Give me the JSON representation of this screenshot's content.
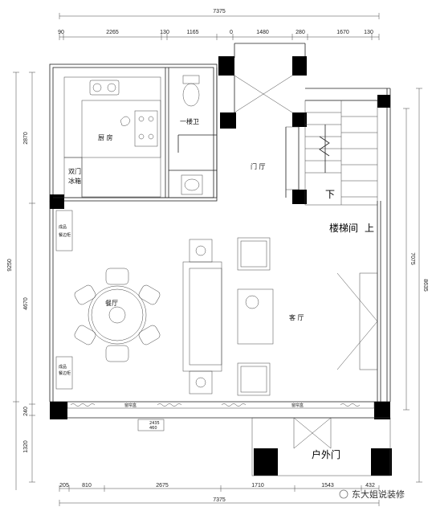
{
  "dimensions": {
    "top_total": "7375",
    "top_segments": [
      "90",
      "2265",
      "130",
      "1165",
      "0",
      "1480",
      "280",
      "1670",
      "130"
    ],
    "bottom_total": "7375",
    "bottom_segments": [
      "205",
      "810",
      "2675",
      "1710",
      "1543",
      "432"
    ],
    "left_outer": "9250",
    "left_segments": [
      "2870",
      "4670",
      "240",
      "1320"
    ],
    "right_segments": [
      "7075",
      "8635"
    ]
  },
  "rooms": {
    "kitchen": "厨 房",
    "bathroom": "一楼卫",
    "foyer": "门 厅",
    "stair": "楼梯间",
    "up": "上",
    "down": "下",
    "dining": "餐厅",
    "living": "客 厅",
    "outdoor_door": "户外门",
    "fridge_1": "双门",
    "fridge_2": "冰箱"
  },
  "labels": {
    "sideboard_top_1": "成品",
    "sideboard_top_2": "餐边柜",
    "sideboard_bot_1": "成品",
    "sideboard_bot_2": "餐边柜",
    "curtain_box_1": "窗帘盒",
    "curtain_box_2": "窗帘盒",
    "window_note_1": "2435",
    "window_note_2": "460"
  },
  "watermark": "东大姐说装修"
}
